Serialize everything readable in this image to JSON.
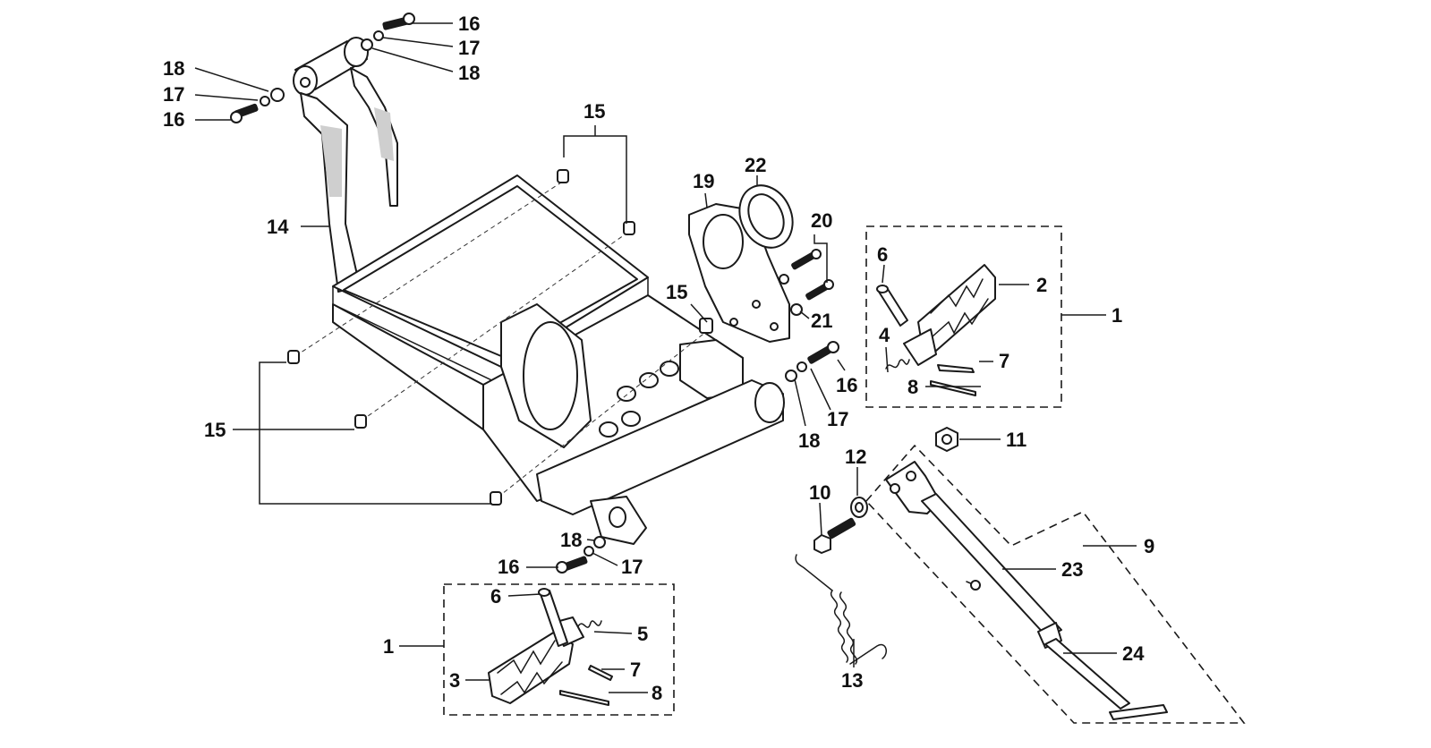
{
  "callouts": {
    "c16_top": "16",
    "c17_top": "17",
    "c18_top": "18",
    "c18_left": "18",
    "c17_left": "17",
    "c16_left": "16",
    "c15_top": "15",
    "c14": "14",
    "c15_mid": "15",
    "c15_left": "15",
    "c19": "19",
    "c22": "22",
    "c20": "20",
    "c21": "21",
    "c16_mid": "16",
    "c17_mid": "17",
    "c18_mid": "18",
    "c6_right": "6",
    "c2": "2",
    "c1_right": "1",
    "c4": "4",
    "c7_right": "7",
    "c8_right": "8",
    "c11": "11",
    "c12": "12",
    "c10": "10",
    "c9": "9",
    "c23": "23",
    "c24": "24",
    "c13": "13",
    "c18_bottom": "18",
    "c16_bottom": "16",
    "c17_bottom": "17",
    "c6_left": "6",
    "c5": "5",
    "c1_left": "1",
    "c3": "3",
    "c7_left": "7",
    "c8_left": "8"
  }
}
